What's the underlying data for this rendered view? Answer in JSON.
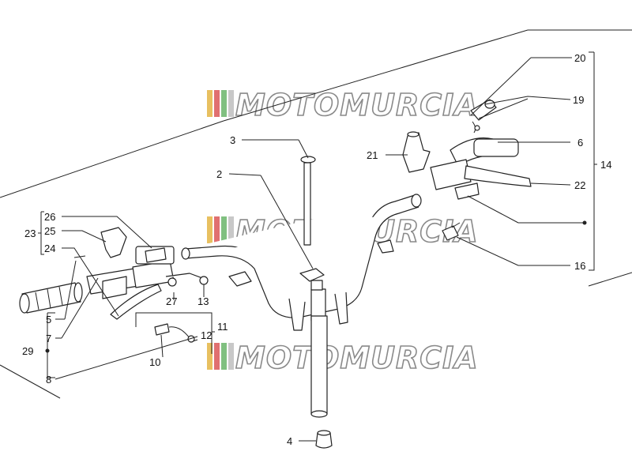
{
  "watermark": {
    "text": "MOTOMURCIA",
    "stripe_colors": [
      "#e8c060",
      "#e07070",
      "#80c080",
      "#c8c8c8"
    ]
  },
  "labels": [
    "20",
    "19",
    "6",
    "14",
    "22",
    "16",
    "21",
    "3",
    "2",
    "26",
    "23",
    "25",
    "24",
    "5",
    "7",
    "29",
    "8",
    "27",
    "13",
    "11",
    "12",
    "10",
    "4"
  ],
  "colors": {
    "line": "#222222",
    "watermark_outline": "#8a8a8a"
  }
}
